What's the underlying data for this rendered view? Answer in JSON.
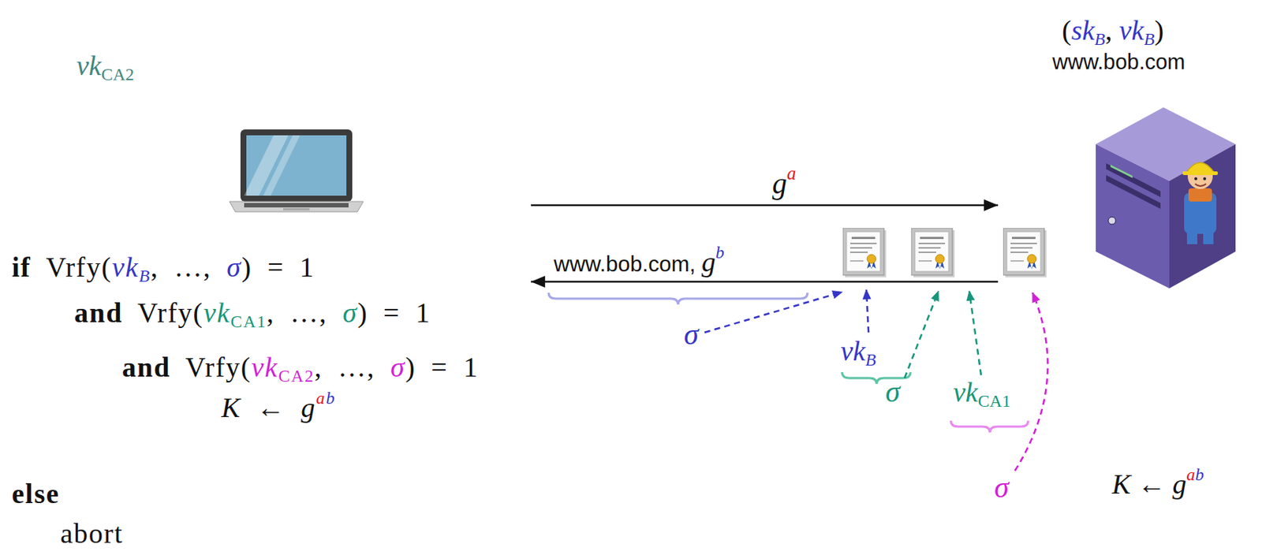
{
  "diagram": {
    "nodes": [
      {
        "text": [
          "vkCA2"
        ]
      },
      {
        "text": [
          "(skB, vkB)",
          "www.bob.com"
        ]
      }
    ],
    "edges": [
      {
        "from": 0,
        "to": 1,
        "label": "ga",
        "arrow": "to"
      },
      {
        "from": 1,
        "to": 0,
        "label": "www.bob.com, gb",
        "arrow": "to"
      }
    ],
    "labels": [
      "if Vrfy(vkB, …, σ) = 1",
      "and Vrfy(vkCA1, …, σ) = 1",
      "and Vrfy(vkCA2, …, σ) = 1",
      "K ← gab",
      "else",
      "abort",
      "σ",
      "vkB",
      "σ",
      "vkCA1",
      "σ",
      "K ← gab"
    ]
  }
}
